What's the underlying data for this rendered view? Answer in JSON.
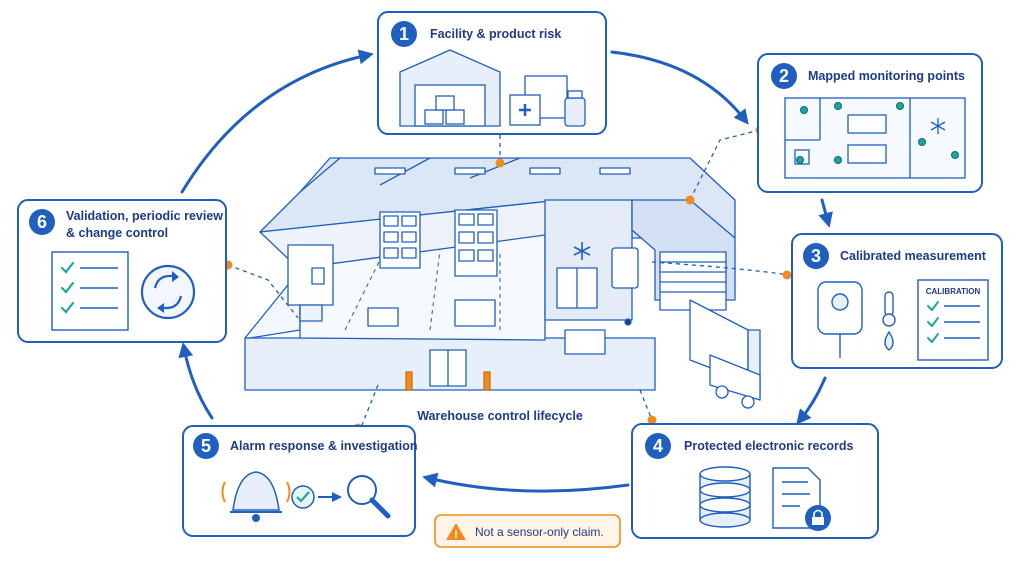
{
  "diagram": {
    "title": "Warehouse control lifecycle",
    "steps": [
      {
        "number": "1",
        "label": "Facility & product risk"
      },
      {
        "number": "2",
        "label": "Mapped monitoring points"
      },
      {
        "number": "3",
        "label": "Calibrated measurement"
      },
      {
        "number": "4",
        "label": "Protected electronic records"
      },
      {
        "number": "5",
        "label": "Alarm response & investigation"
      },
      {
        "number": "6",
        "label_line1": "Validation, periodic review",
        "label_line2": "& change control"
      }
    ],
    "calibration_label": "CALIBRATION",
    "warning_note": "Not a sensor-only claim.",
    "colors": {
      "primary": "#1f5fbf",
      "dark_text": "#1e3a8a",
      "accent": "#f08c1e",
      "teal": "#1fa3a3",
      "light": "#e7effb"
    }
  }
}
